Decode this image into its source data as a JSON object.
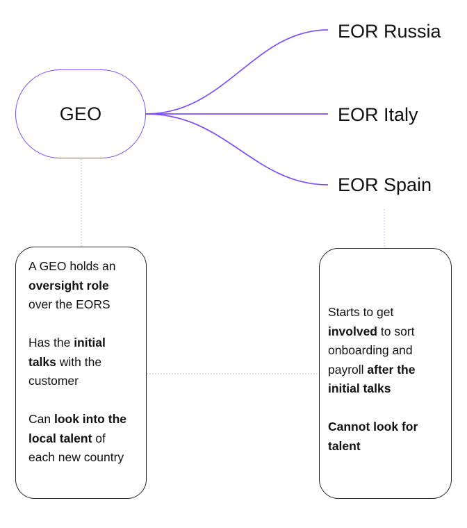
{
  "geo_node": {
    "label": "GEO"
  },
  "eor_nodes": [
    {
      "label": "EOR Russia"
    },
    {
      "label": "EOR Italy"
    },
    {
      "label": "EOR Spain"
    }
  ],
  "geo_card": {
    "paragraphs": [
      [
        {
          "text": "A GEO holds an ",
          "bold": false
        },
        {
          "text": "oversight role",
          "bold": true
        },
        {
          "text": " over the EORS",
          "bold": false
        }
      ],
      [
        {
          "text": "Has the ",
          "bold": false
        },
        {
          "text": "initial talks",
          "bold": true
        },
        {
          "text": " with the customer",
          "bold": false
        }
      ],
      [
        {
          "text": "Can ",
          "bold": false
        },
        {
          "text": "look into the local talent",
          "bold": true
        },
        {
          "text": " of each new country",
          "bold": false
        }
      ]
    ]
  },
  "eor_card": {
    "paragraphs": [
      [
        {
          "text": "Starts to get ",
          "bold": false
        },
        {
          "text": "involved",
          "bold": true
        },
        {
          "text": " to sort onboarding and payroll ",
          "bold": false
        },
        {
          "text": "after the initial talks",
          "bold": true
        }
      ],
      [
        {
          "text": "Cannot look for talent",
          "bold": true
        }
      ]
    ]
  },
  "colors": {
    "accent": "#7c4dff",
    "connector_dotted": "#a9a6f2",
    "card_border": "#222222",
    "text": "#111111"
  }
}
